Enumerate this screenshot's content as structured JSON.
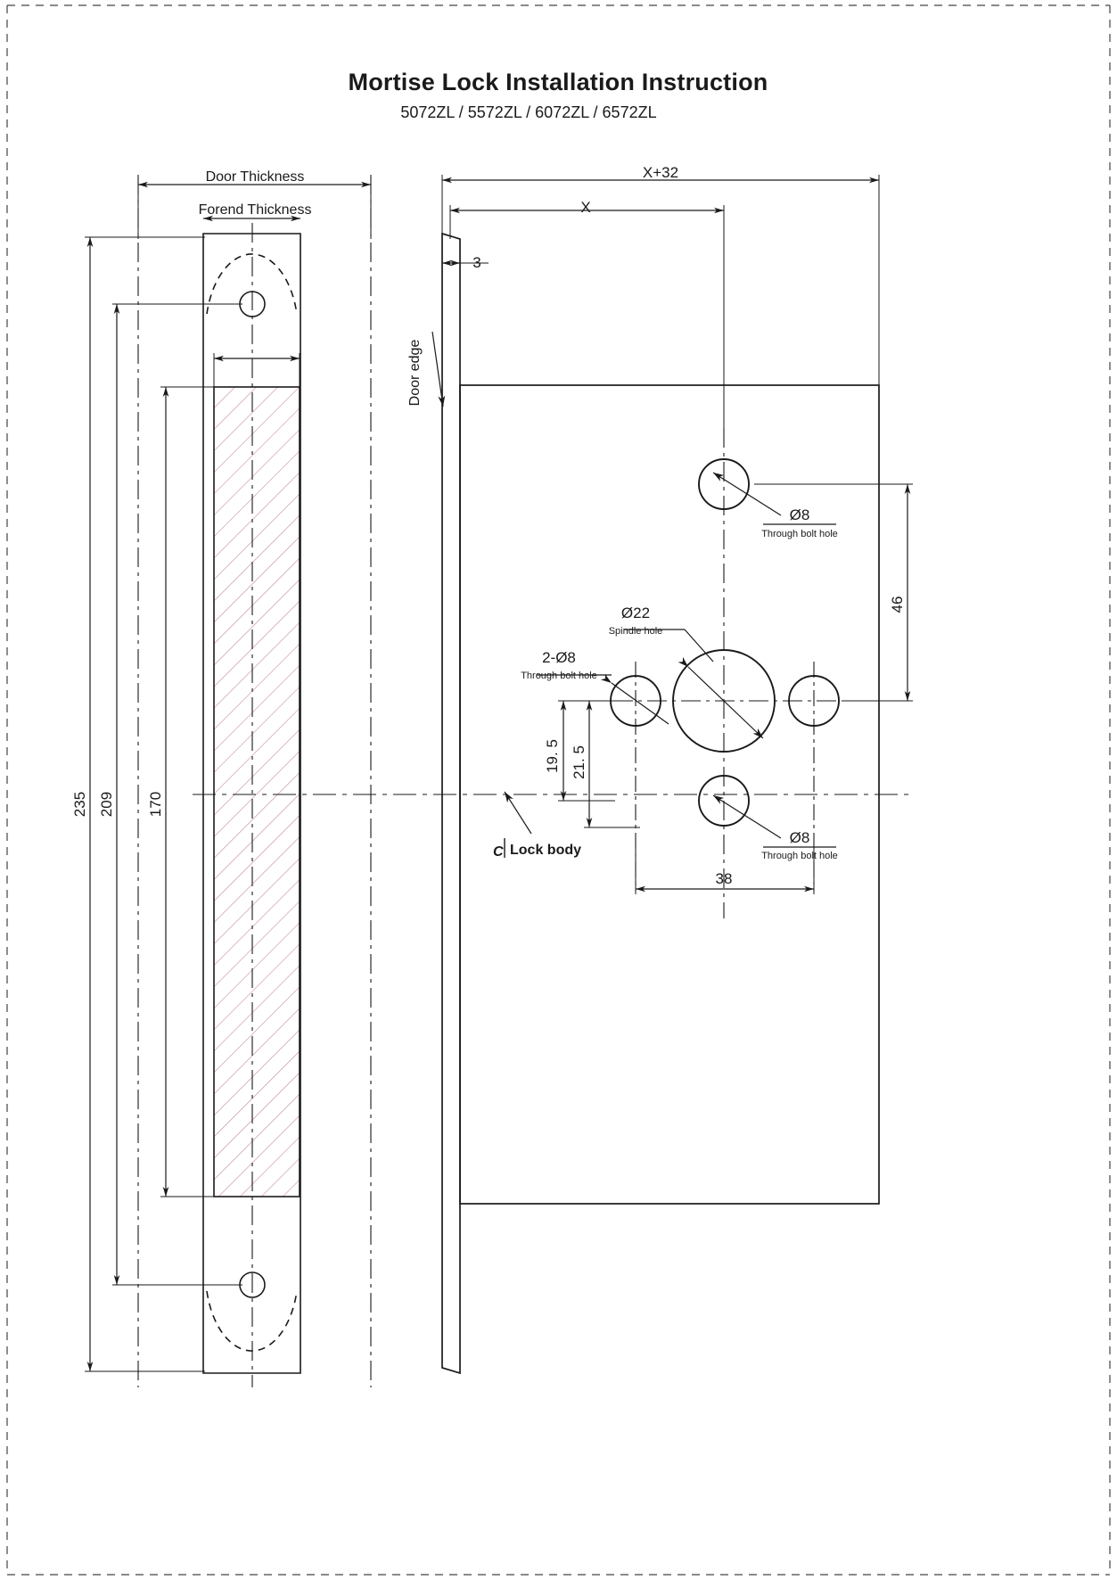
{
  "document": {
    "title": "Mortise Lock Installation Instruction",
    "subtitle": "5072ZL / 5572ZL / 6072ZL / 6572ZL",
    "sheet_width": 1253,
    "sheet_height": 1772,
    "line_color": "#1a1a1a",
    "hatch_color": "#c08090",
    "background": "#ffffff"
  },
  "views": {
    "left": {
      "name": "Forend / edge view",
      "labels": {
        "door_thickness": "Door Thickness",
        "forend_thickness": "Forend Thickness"
      },
      "dimensions": {
        "overall_235": "235",
        "overall_209": "209",
        "overall_170": "170"
      }
    },
    "right": {
      "name": "Lock body face view",
      "labels": {
        "door_edge": "Door edge",
        "lock_body": "Lock body",
        "centerline_symbol": "C"
      },
      "dimensions": {
        "x_plus_32": "X+32",
        "x": "X",
        "forend_3": "3",
        "vert_46": "46",
        "vert_19_5": "19. 5",
        "vert_21_5": "21. 5",
        "horiz_38": "38"
      },
      "callouts": [
        {
          "id": "upper-bolt-hole",
          "diameter": "Ø8",
          "description": "Through bolt hole"
        },
        {
          "id": "spindle-hole",
          "diameter": "Ø22",
          "description": "Spindle hole"
        },
        {
          "id": "side-bolt-holes",
          "diameter": "2-Ø8",
          "description": "Through bolt hole"
        },
        {
          "id": "lower-bolt-hole",
          "diameter": "Ø8",
          "description": "Through bolt hole"
        }
      ]
    }
  }
}
